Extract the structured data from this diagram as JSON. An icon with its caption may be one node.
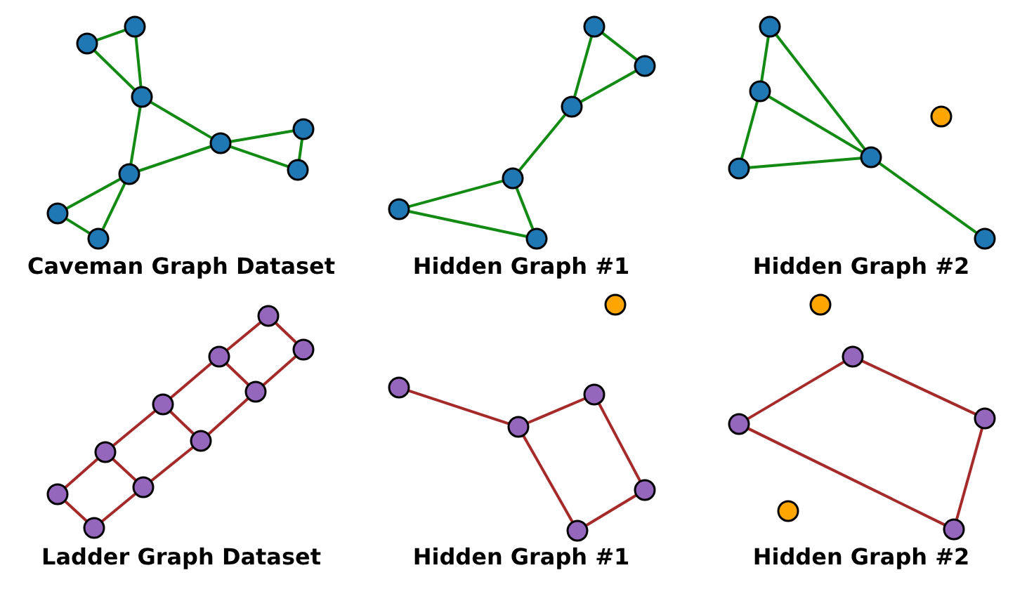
{
  "diagram": {
    "nodes": [
      {
        "text": [],
        "shape": "circle"
      },
      {
        "text": [],
        "shape": "circle"
      },
      {
        "text": [],
        "shape": "circle"
      },
      {
        "text": [],
        "shape": "circle"
      },
      {
        "text": [],
        "shape": "circle"
      },
      {
        "text": [],
        "shape": "circle"
      },
      {
        "text": [],
        "shape": "circle"
      },
      {
        "text": [],
        "shape": "circle"
      },
      {
        "text": [],
        "shape": "circle"
      },
      {
        "text": [],
        "shape": "circle"
      },
      {
        "text": [],
        "shape": "circle"
      },
      {
        "text": [],
        "shape": "circle"
      },
      {
        "text": [],
        "shape": "circle"
      },
      {
        "text": [],
        "shape": "circle"
      },
      {
        "text": [],
        "shape": "circle"
      },
      {
        "text": [],
        "shape": "circle"
      },
      {
        "text": [],
        "shape": "circle"
      },
      {
        "text": [],
        "shape": "circle"
      },
      {
        "text": [],
        "shape": "circle"
      },
      {
        "text": [],
        "shape": "circle"
      },
      {
        "text": [],
        "shape": "circle"
      },
      {
        "text": [],
        "shape": "circle"
      },
      {
        "text": [],
        "shape": "circle"
      },
      {
        "text": [],
        "shape": "circle"
      },
      {
        "text": [],
        "shape": "circle"
      },
      {
        "text": [],
        "shape": "circle"
      },
      {
        "text": [],
        "shape": "circle"
      },
      {
        "text": [],
        "shape": "circle"
      },
      {
        "text": [],
        "shape": "circle"
      },
      {
        "text": [],
        "shape": "circle"
      },
      {
        "text": [],
        "shape": "circle"
      },
      {
        "text": [],
        "shape": "circle"
      },
      {
        "text": [],
        "shape": "circle"
      },
      {
        "text": [],
        "shape": "circle"
      },
      {
        "text": [],
        "shape": "circle"
      },
      {
        "text": [],
        "shape": "circle"
      },
      {
        "text": [],
        "shape": "circle"
      },
      {
        "text": [],
        "shape": "circle"
      },
      {
        "text": [],
        "shape": "circle"
      },
      {
        "text": [],
        "shape": "circle"
      },
      {
        "text": [],
        "shape": "circle"
      },
      {
        "text": [],
        "shape": "circle"
      },
      {
        "text": [],
        "shape": "circle"
      }
    ],
    "edges": [
      {
        "from": 0,
        "to": 1,
        "arrow": "none"
      },
      {
        "from": 0,
        "to": 2,
        "arrow": "none"
      },
      {
        "from": 1,
        "to": 2,
        "arrow": "none"
      },
      {
        "from": 2,
        "to": 3,
        "arrow": "none"
      },
      {
        "from": 2,
        "to": 6,
        "arrow": "none"
      },
      {
        "from": 3,
        "to": 4,
        "arrow": "none"
      },
      {
        "from": 3,
        "to": 5,
        "arrow": "none"
      },
      {
        "from": 4,
        "to": 5,
        "arrow": "none"
      },
      {
        "from": 6,
        "to": 3,
        "arrow": "none"
      },
      {
        "from": 6,
        "to": 7,
        "arrow": "none"
      },
      {
        "from": 6,
        "to": 8,
        "arrow": "none"
      },
      {
        "from": 7,
        "to": 8,
        "arrow": "none"
      },
      {
        "from": 9,
        "to": 10,
        "arrow": "none"
      },
      {
        "from": 9,
        "to": 11,
        "arrow": "none"
      },
      {
        "from": 10,
        "to": 11,
        "arrow": "none"
      },
      {
        "from": 11,
        "to": 12,
        "arrow": "none"
      },
      {
        "from": 12,
        "to": 13,
        "arrow": "none"
      },
      {
        "from": 12,
        "to": 14,
        "arrow": "none"
      },
      {
        "from": 13,
        "to": 14,
        "arrow": "none"
      },
      {
        "from": 15,
        "to": 16,
        "arrow": "none"
      },
      {
        "from": 15,
        "to": 18,
        "arrow": "none"
      },
      {
        "from": 16,
        "to": 18,
        "arrow": "none"
      },
      {
        "from": 16,
        "to": 17,
        "arrow": "none"
      },
      {
        "from": 17,
        "to": 18,
        "arrow": "none"
      },
      {
        "from": 18,
        "to": 19,
        "arrow": "none"
      },
      {
        "from": 21,
        "to": 22,
        "arrow": "none",
        "color": "#a52a2a"
      },
      {
        "from": 21,
        "to": 23,
        "arrow": "none",
        "color": "#a52a2a"
      },
      {
        "from": 22,
        "to": 24,
        "arrow": "none",
        "color": "#a52a2a"
      },
      {
        "from": 23,
        "to": 24,
        "arrow": "none",
        "color": "#a52a2a"
      },
      {
        "from": 23,
        "to": 25,
        "arrow": "none",
        "color": "#a52a2a"
      },
      {
        "from": 24,
        "to": 26,
        "arrow": "none",
        "color": "#a52a2a"
      },
      {
        "from": 25,
        "to": 26,
        "arrow": "none",
        "color": "#a52a2a"
      },
      {
        "from": 25,
        "to": 27,
        "arrow": "none",
        "color": "#a52a2a"
      },
      {
        "from": 26,
        "to": 28,
        "arrow": "none",
        "color": "#a52a2a"
      },
      {
        "from": 27,
        "to": 28,
        "arrow": "none",
        "color": "#a52a2a"
      },
      {
        "from": 27,
        "to": 29,
        "arrow": "none",
        "color": "#a52a2a"
      },
      {
        "from": 28,
        "to": 30,
        "arrow": "none",
        "color": "#a52a2a"
      },
      {
        "from": 29,
        "to": 30,
        "arrow": "none",
        "color": "#a52a2a"
      },
      {
        "from": 32,
        "to": 33,
        "arrow": "none",
        "color": "#a52a2a"
      },
      {
        "from": 33,
        "to": 34,
        "arrow": "none",
        "color": "#a52a2a"
      },
      {
        "from": 34,
        "to": 35,
        "arrow": "none",
        "color": "#a52a2a"
      },
      {
        "from": 35,
        "to": 36,
        "arrow": "none",
        "color": "#a52a2a"
      },
      {
        "from": 36,
        "to": 33,
        "arrow": "none",
        "color": "#a52a2a"
      },
      {
        "from": 38,
        "to": 40,
        "arrow": "none",
        "color": "#a52a2a"
      },
      {
        "from": 38,
        "to": 39,
        "arrow": "none",
        "color": "#a52a2a"
      },
      {
        "from": 40,
        "to": 42,
        "arrow": "none",
        "color": "#a52a2a"
      },
      {
        "from": 39,
        "to": 42,
        "arrow": "none",
        "color": "#a52a2a"
      }
    ],
    "labels": [
      "Caveman Graph Dataset",
      "Hidden Graph #1",
      "Hidden Graph #2",
      "Ladder Graph Dataset",
      "Hidden Graph #1",
      "Hidden Graph #2"
    ]
  }
}
